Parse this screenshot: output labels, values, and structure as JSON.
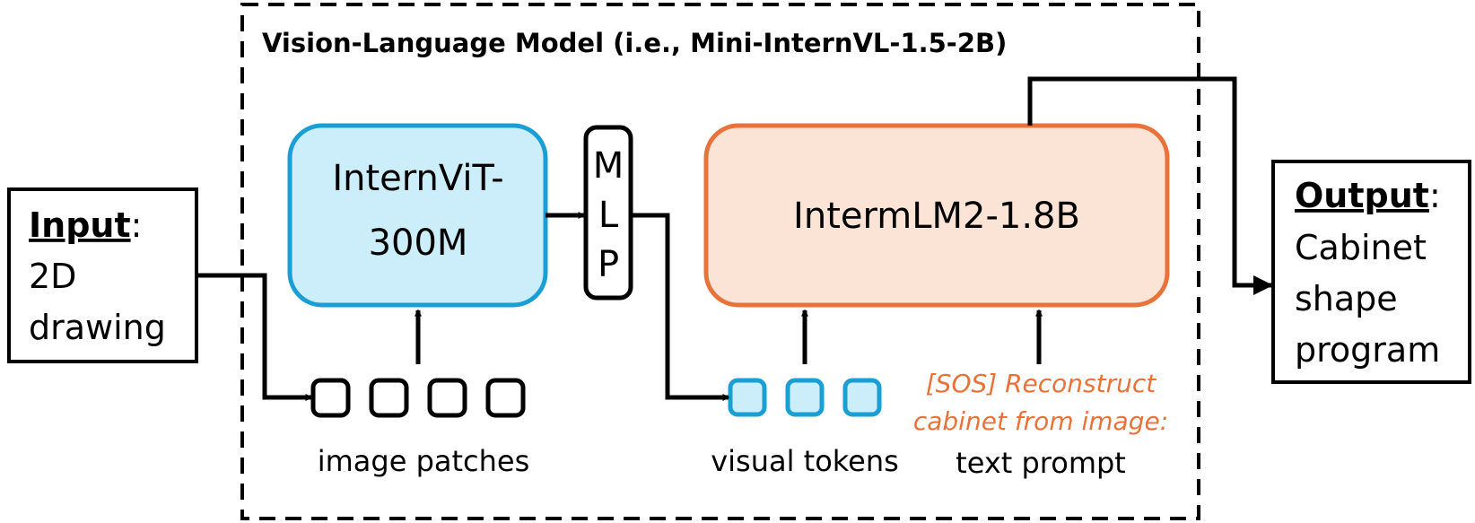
{
  "diagram": {
    "title": "Vision-Language Model (i.e., Mini-InternVL-1.5-2B)",
    "input": {
      "heading": "Input",
      "suffix": ":",
      "lines": [
        "2D",
        "drawing"
      ]
    },
    "output": {
      "heading": "Output",
      "suffix": ":",
      "lines": [
        "Cabinet",
        "shape",
        "program"
      ]
    },
    "vision_encoder": {
      "lines": [
        "InternViT-",
        "300M"
      ]
    },
    "mlp": {
      "letters": [
        "M",
        "L",
        "P"
      ]
    },
    "llm": {
      "label": "IntermLM2-1.8B"
    },
    "captions": {
      "image_patches": "image patches",
      "visual_tokens": "visual tokens",
      "text_prompt": "text prompt"
    },
    "prompt": {
      "lines": [
        "[SOS] Reconstruct",
        "cabinet from image:"
      ]
    },
    "colors": {
      "encoder_fill": "#cceefa",
      "encoder_stroke": "#1a9fd4",
      "llm_fill": "#fbe3d6",
      "llm_stroke": "#e8733a",
      "token_fill": "#cceefa",
      "token_stroke": "#1a9fd4",
      "prompt_text": "#e8733a"
    }
  }
}
